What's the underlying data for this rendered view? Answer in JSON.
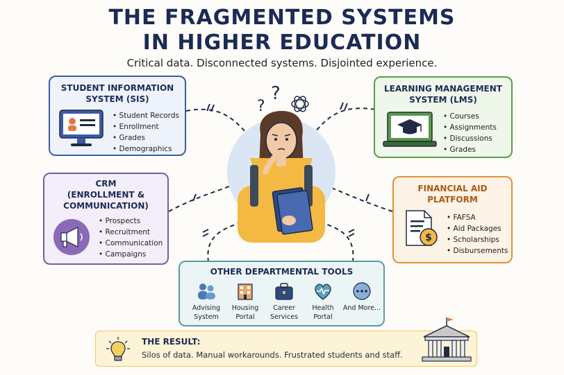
{
  "title_line1": "THE FRAGMENTED SYSTEMS",
  "title_line2": "IN HIGHER EDUCATION",
  "subtitle": "Critical data. Disconnected systems. Disjointed experience.",
  "sis": {
    "title_line1": "STUDENT INFORMATION",
    "title_line2": "SYSTEM (SIS)",
    "items": [
      "Student Records",
      "Enrollment",
      "Grades",
      "Demographics"
    ]
  },
  "lms": {
    "title_line1": "LEARNING MANAGEMENT",
    "title_line2": "SYSTEM (LMS)",
    "items": [
      "Courses",
      "Assignments",
      "Discussions",
      "Grades"
    ]
  },
  "crm": {
    "title_line1": "CRM",
    "title_line2": "(ENROLLMENT &",
    "title_line3": "COMMUNICATION)",
    "items": [
      "Prospects",
      "Recruitment",
      "Communication",
      "Campaigns"
    ]
  },
  "financial_aid": {
    "title_line1": "FINANCIAL AID",
    "title_line2": "PLATFORM",
    "items": [
      "FAFSA",
      "Aid Packages",
      "Scholarships",
      "Disbursements"
    ]
  },
  "other_tools": {
    "title": "OTHER DEPARTMENTAL TOOLS",
    "tools": [
      {
        "line1": "Advising",
        "line2": "System"
      },
      {
        "line1": "Housing",
        "line2": "Portal"
      },
      {
        "line1": "Career",
        "line2": "Services"
      },
      {
        "line1": "Health",
        "line2": "Portal"
      },
      {
        "line1": "And More...",
        "line2": ""
      }
    ]
  },
  "result": {
    "title": "THE RESULT:",
    "text": "Silos of data. Manual workarounds. Frustrated students and staff."
  },
  "colors": {
    "sis": "#3b5ba5",
    "lms": "#5a9a4a",
    "crm": "#7a5aa8",
    "financial_aid": "#e0913a",
    "other_tools": "#5a9aa0",
    "result": "#f0c860"
  }
}
